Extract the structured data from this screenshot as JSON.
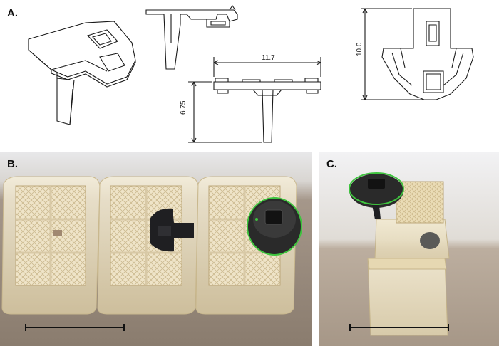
{
  "panels": {
    "a": {
      "label": "A."
    },
    "b": {
      "label": "B."
    },
    "c": {
      "label": "C."
    }
  },
  "dimensions": {
    "width": "11.7",
    "height": "6.75",
    "side": "10.0"
  },
  "colors": {
    "line": "#1a1a1a",
    "background_b": "#9c8e7e",
    "background_c": "#b8ab9c",
    "cage_tint": "#e8dcc0",
    "sensor_dark": "#2a2a2a",
    "sensor_ring": "#3ec43e"
  }
}
